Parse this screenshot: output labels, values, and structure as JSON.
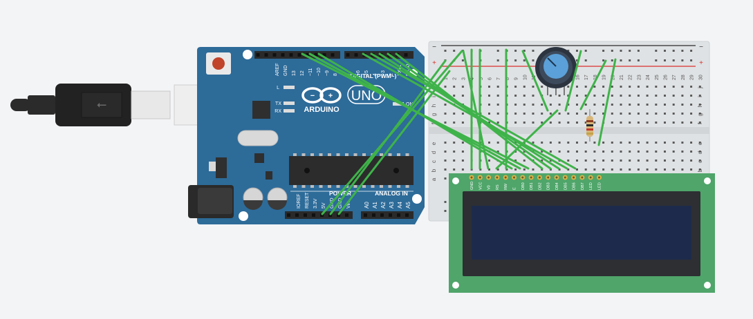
{
  "arduino": {
    "brand": "ARDUINO",
    "model": "UNO",
    "on_label": "ON",
    "digital_label": "DIGITAL (PWM~)",
    "digital_pins": [
      "AREF",
      "GND",
      "13",
      "12",
      "~11",
      "~10",
      "~9",
      "8",
      "7",
      "~6",
      "~5",
      "4",
      "~3",
      "2",
      "TX▸1",
      "RX◂0"
    ],
    "power_label": "POWER",
    "power_pins": [
      "IOREF",
      "RESET",
      "3.3V",
      "5V",
      "GND",
      "GND",
      "Vin"
    ],
    "analog_label": "ANALOG IN",
    "analog_pins": [
      "A0",
      "A1",
      "A2",
      "A3",
      "A4",
      "A5"
    ],
    "led_l": "L",
    "led_tx": "TX",
    "led_rx": "RX"
  },
  "breadboard": {
    "column_numbers": [
      "1",
      "2",
      "3",
      "4",
      "5",
      "6",
      "7",
      "8",
      "9",
      "10",
      "11",
      "12",
      "13",
      "14",
      "15",
      "16",
      "17",
      "18",
      "19",
      "20",
      "21",
      "22",
      "23",
      "24",
      "25",
      "26",
      "27",
      "28",
      "29",
      "30"
    ],
    "row_letters_top": [
      "j",
      "i",
      "h",
      "g",
      "f"
    ],
    "row_letters_bottom": [
      "e",
      "d",
      "c",
      "b",
      "a"
    ],
    "rail_plus": "+",
    "rail_minus": "−"
  },
  "lcd": {
    "pins": [
      "GND",
      "VCC",
      "V0",
      "RS",
      "RW",
      "E",
      "DB0",
      "DB1",
      "DB2",
      "DB3",
      "DB4",
      "DB5",
      "DB6",
      "DB7",
      "LED",
      "LED"
    ]
  },
  "colors": {
    "background": "#f3f4f6",
    "board": "#2d6b99",
    "breadboard": "#dfe2e4",
    "wire": "#3fb34a",
    "lcd_pcb": "#4fa56a",
    "lcd_screen": "#1d2a4b"
  }
}
